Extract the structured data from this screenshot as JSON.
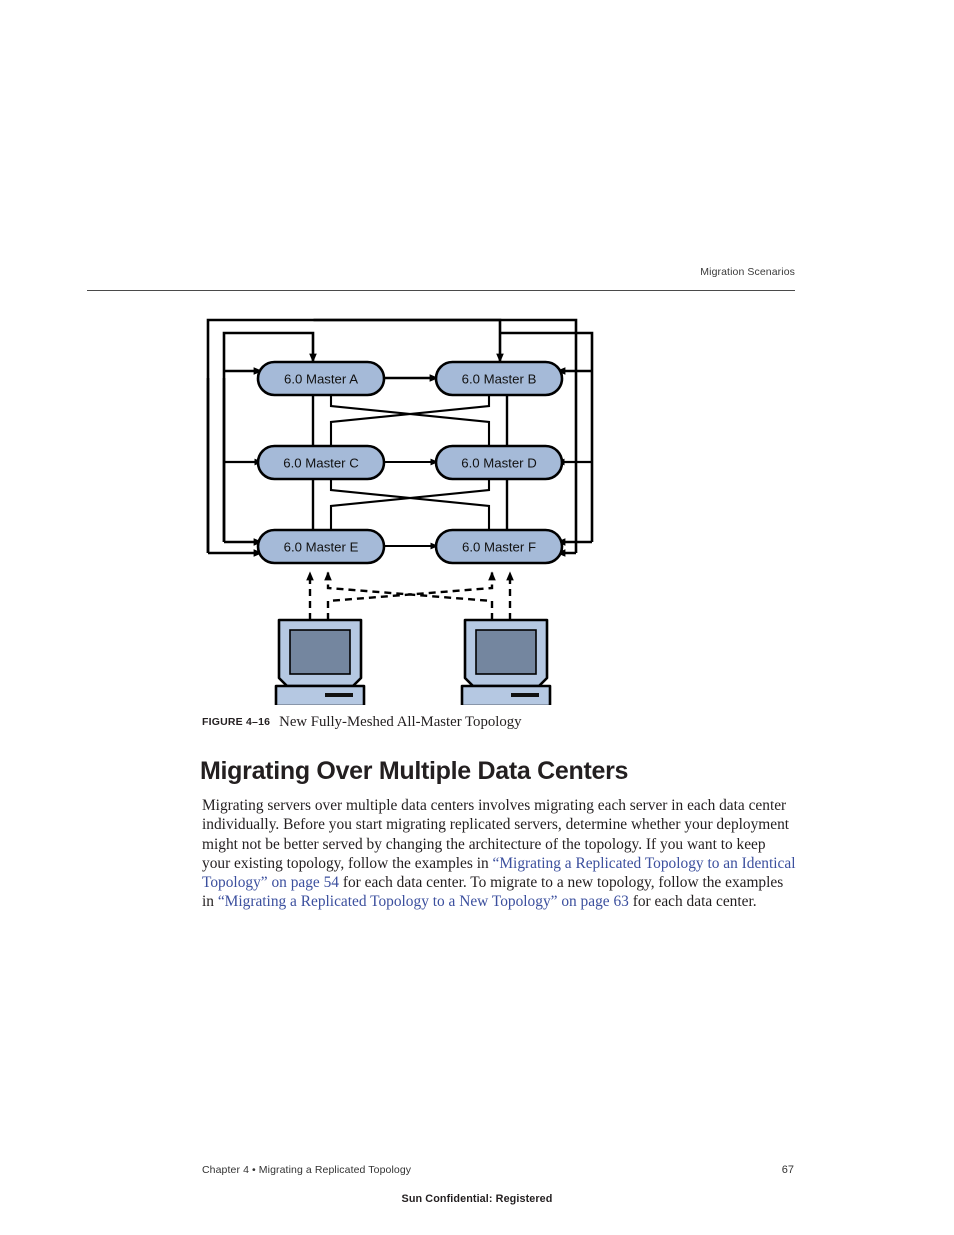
{
  "running_head": "Migration Scenarios",
  "figure": {
    "caption_label": "FIGURE 4–16",
    "caption_title": "New Fully-Meshed All-Master Topology",
    "node_fill": "#a5bad8",
    "node_stroke": "#000000",
    "client_body_fill": "#b5c8e2",
    "client_screen_fill": "#74869f",
    "nodes": [
      {
        "id": "A",
        "label": "6.0 Master A"
      },
      {
        "id": "B",
        "label": "6.0 Master B"
      },
      {
        "id": "C",
        "label": "6.0 Master C"
      },
      {
        "id": "D",
        "label": "6.0 Master D"
      },
      {
        "id": "E",
        "label": "6.0 Master E"
      },
      {
        "id": "F",
        "label": "6.0 Master F"
      }
    ],
    "clients": [
      {
        "id": "client-left",
        "name": "client-computer-left"
      },
      {
        "id": "client-right",
        "name": "client-computer-right"
      }
    ]
  },
  "section": {
    "heading": "Migrating Over Multiple Data Centers",
    "paragraph_part_1": "Migrating servers over multiple data centers involves migrating each server in each data center individually. Before you start migrating replicated servers, determine whether your deployment might not be better served by changing the architecture of the topology. If you want to keep your existing topology, follow the examples in ",
    "link_1": "“Migrating a Replicated Topology to an Identical Topology” on page 54",
    "paragraph_part_2": " for each data center. To migrate to a new topology, follow the examples in ",
    "link_2": "“Migrating a Replicated Topology to a New Topology” on page 63",
    "paragraph_part_3": " for each data center."
  },
  "footer": {
    "chapter": "Chapter 4",
    "separator": "•",
    "chapter_title": "Migrating a Replicated Topology",
    "page_number": "67",
    "confidential": "Sun Confidential: Registered"
  }
}
